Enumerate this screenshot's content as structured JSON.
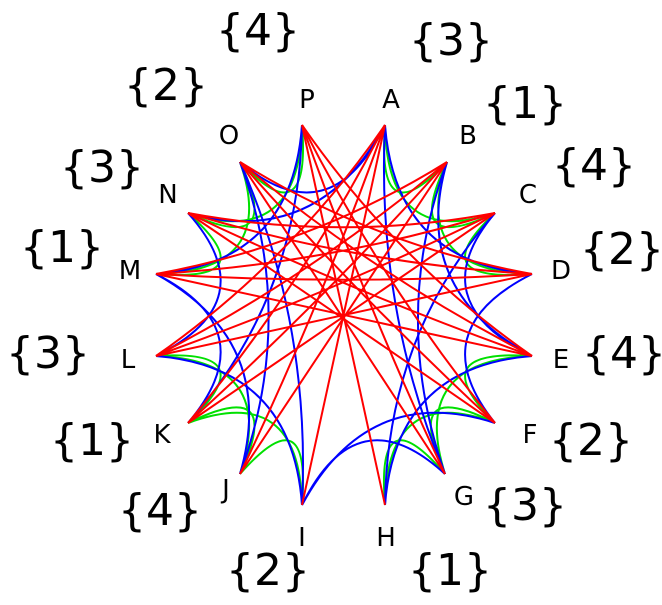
{
  "diagram": {
    "nodes": [
      {
        "id": "A",
        "label": "A",
        "set_label": "{3}"
      },
      {
        "id": "B",
        "label": "B",
        "set_label": "{1}"
      },
      {
        "id": "C",
        "label": "C",
        "set_label": "{4}"
      },
      {
        "id": "D",
        "label": "D",
        "set_label": "{2}"
      },
      {
        "id": "E",
        "label": "E",
        "set_label": "{4}"
      },
      {
        "id": "F",
        "label": "F",
        "set_label": "{2}"
      },
      {
        "id": "G",
        "label": "G",
        "set_label": "{3}"
      },
      {
        "id": "H",
        "label": "H",
        "set_label": "{1}"
      },
      {
        "id": "I",
        "label": "I",
        "set_label": "{2}"
      },
      {
        "id": "J",
        "label": "J",
        "set_label": "{4}"
      },
      {
        "id": "K",
        "label": "K",
        "set_label": "{1}"
      },
      {
        "id": "L",
        "label": "L",
        "set_label": "{3}"
      },
      {
        "id": "M",
        "label": "M",
        "set_label": "{1}"
      },
      {
        "id": "N",
        "label": "N",
        "set_label": "{3}"
      },
      {
        "id": "O",
        "label": "O",
        "set_label": "{2}"
      },
      {
        "id": "P",
        "label": "P",
        "set_label": "{4}"
      }
    ],
    "edge_colors": {
      "green": "#00e000",
      "blue": "#0000ff",
      "red": "#ff0000"
    },
    "edges": {
      "green": [
        [
          "A",
          "B"
        ],
        [
          "A",
          "C"
        ],
        [
          "B",
          "C"
        ],
        [
          "B",
          "D"
        ],
        [
          "C",
          "D"
        ],
        [
          "E",
          "F"
        ],
        [
          "E",
          "G"
        ],
        [
          "F",
          "G"
        ],
        [
          "F",
          "H"
        ],
        [
          "G",
          "H"
        ],
        [
          "I",
          "J"
        ],
        [
          "I",
          "K"
        ],
        [
          "J",
          "K"
        ],
        [
          "J",
          "L"
        ],
        [
          "K",
          "L"
        ],
        [
          "M",
          "N"
        ],
        [
          "M",
          "O"
        ],
        [
          "N",
          "O"
        ],
        [
          "N",
          "P"
        ],
        [
          "O",
          "P"
        ]
      ],
      "blue": [
        [
          "A",
          "D"
        ],
        [
          "B",
          "E"
        ],
        [
          "C",
          "E"
        ],
        [
          "A",
          "G"
        ],
        [
          "B",
          "G"
        ],
        [
          "C",
          "H"
        ],
        [
          "E",
          "H"
        ],
        [
          "F",
          "I"
        ],
        [
          "G",
          "I"
        ],
        [
          "D",
          "F"
        ],
        [
          "I",
          "L"
        ],
        [
          "J",
          "M"
        ],
        [
          "K",
          "M"
        ],
        [
          "I",
          "O"
        ],
        [
          "J",
          "O"
        ],
        [
          "K",
          "P"
        ],
        [
          "M",
          "P"
        ],
        [
          "N",
          "A"
        ],
        [
          "O",
          "A"
        ],
        [
          "L",
          "N"
        ]
      ],
      "red": [
        [
          "A",
          "I"
        ],
        [
          "A",
          "J"
        ],
        [
          "A",
          "K"
        ],
        [
          "A",
          "L"
        ],
        [
          "B",
          "J"
        ],
        [
          "B",
          "K"
        ],
        [
          "B",
          "L"
        ],
        [
          "B",
          "M"
        ],
        [
          "C",
          "K"
        ],
        [
          "C",
          "L"
        ],
        [
          "C",
          "M"
        ],
        [
          "C",
          "N"
        ],
        [
          "D",
          "L"
        ],
        [
          "D",
          "M"
        ],
        [
          "D",
          "N"
        ],
        [
          "D",
          "O"
        ],
        [
          "E",
          "M"
        ],
        [
          "E",
          "N"
        ],
        [
          "E",
          "O"
        ],
        [
          "E",
          "P"
        ],
        [
          "F",
          "N"
        ],
        [
          "F",
          "O"
        ],
        [
          "F",
          "P"
        ],
        [
          "G",
          "O"
        ],
        [
          "G",
          "P"
        ],
        [
          "H",
          "P"
        ]
      ]
    }
  }
}
